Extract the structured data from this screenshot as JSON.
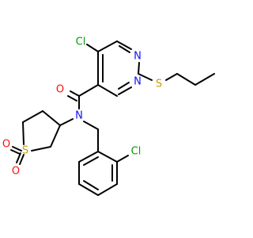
{
  "molecule": {
    "colors": {
      "bond": "#000000",
      "Cl": "#00a000",
      "N": "#1010ff",
      "O": "#ff0d0d",
      "S": "#c8a000"
    },
    "labels": {
      "cl_pyrimidine": "Cl",
      "n_ring_top": "N",
      "n_ring_bottom": "N",
      "s_thioether": "S",
      "o_carbonyl": "O",
      "n_amide": "N",
      "s_sulfone": "S",
      "o_sulfone_1": "O",
      "o_sulfone_2": "O",
      "cl_benzyl": "Cl"
    }
  }
}
